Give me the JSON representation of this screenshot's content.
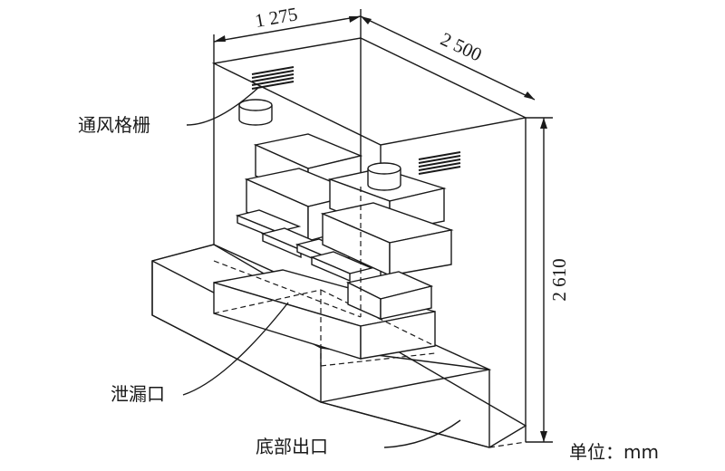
{
  "dimensions": {
    "width_label": "1 275",
    "depth_label": "2 500",
    "height_label": "2 610"
  },
  "labels": {
    "ventilation_grille": "通风格栅",
    "leak_port": "泄漏口",
    "bottom_outlet": "底部出口",
    "unit": "单位：mm"
  }
}
